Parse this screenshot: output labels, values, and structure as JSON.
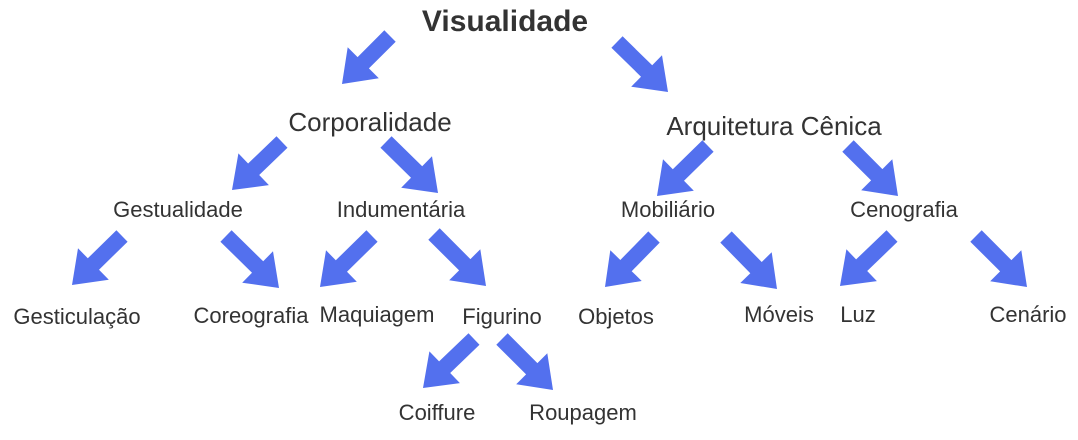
{
  "diagram": {
    "type": "tree",
    "colors": {
      "arrow": "#5370ee",
      "text": "#333333"
    },
    "nodes": [
      {
        "id": "visualidade",
        "label": "Visualidade"
      },
      {
        "id": "corporalidade",
        "label": "Corporalidade"
      },
      {
        "id": "arquitetura",
        "label": "Arquitetura Cênica"
      },
      {
        "id": "gestualidade",
        "label": "Gestualidade"
      },
      {
        "id": "indumentaria",
        "label": "Indumentária"
      },
      {
        "id": "mobiliario",
        "label": "Mobiliário"
      },
      {
        "id": "cenografia",
        "label": "Cenografia"
      },
      {
        "id": "gesticulacao",
        "label": "Gesticulação"
      },
      {
        "id": "coreografia",
        "label": "Coreografia"
      },
      {
        "id": "maquiagem",
        "label": "Maquiagem"
      },
      {
        "id": "figurino",
        "label": "Figurino"
      },
      {
        "id": "objetos",
        "label": "Objetos"
      },
      {
        "id": "moveis",
        "label": "Móveis"
      },
      {
        "id": "luz",
        "label": "Luz"
      },
      {
        "id": "cenario",
        "label": "Cenário"
      },
      {
        "id": "coiffure",
        "label": "Coiffure"
      },
      {
        "id": "roupagem",
        "label": "Roupagem"
      }
    ],
    "edges": [
      {
        "from": "visualidade",
        "to": "corporalidade"
      },
      {
        "from": "visualidade",
        "to": "arquitetura"
      },
      {
        "from": "corporalidade",
        "to": "gestualidade"
      },
      {
        "from": "corporalidade",
        "to": "indumentaria"
      },
      {
        "from": "arquitetura",
        "to": "mobiliario"
      },
      {
        "from": "arquitetura",
        "to": "cenografia"
      },
      {
        "from": "gestualidade",
        "to": "gesticulacao"
      },
      {
        "from": "gestualidade",
        "to": "coreografia"
      },
      {
        "from": "indumentaria",
        "to": "maquiagem"
      },
      {
        "from": "indumentaria",
        "to": "figurino"
      },
      {
        "from": "mobiliario",
        "to": "objetos"
      },
      {
        "from": "mobiliario",
        "to": "moveis"
      },
      {
        "from": "cenografia",
        "to": "luz"
      },
      {
        "from": "cenografia",
        "to": "cenario"
      },
      {
        "from": "figurino",
        "to": "coiffure"
      },
      {
        "from": "figurino",
        "to": "roupagem"
      }
    ]
  }
}
